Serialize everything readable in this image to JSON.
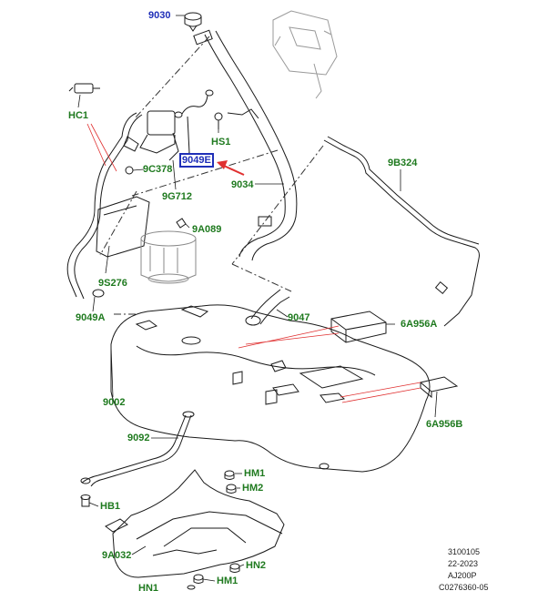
{
  "labels": {
    "9030": "9030",
    "HC1": "HC1",
    "HS1": "HS1",
    "9049E": "9049E",
    "9C378": "9C378",
    "9G712": "9G712",
    "9034": "9034",
    "9B324": "9B324",
    "9A089": "9A089",
    "9S276": "9S276",
    "9049A": "9049A",
    "9047": "9047",
    "6A956A": "6A956A",
    "9002": "9002",
    "6A956B": "6A956B",
    "9092": "9092",
    "HM1_top": "HM1",
    "HM2_top": "HM2",
    "HB1": "HB1",
    "9A032": "9A032",
    "HN2": "HN2",
    "HM1_bottom": "HM1",
    "HN1": "HN1"
  },
  "footer": {
    "line1": "3100105",
    "line2": "22-2023",
    "line3": "AJ200P",
    "line4": "C0276360-05"
  },
  "colors": {
    "label_green": "#1f7a1f",
    "label_blue": "#1f2fb8",
    "callout_red": "#e03030",
    "line_art": "#1a1a1a"
  }
}
